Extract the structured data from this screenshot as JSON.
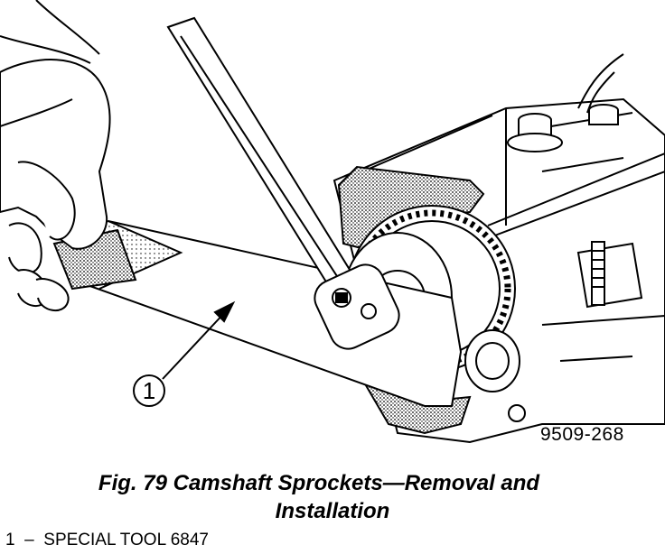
{
  "figure": {
    "callout_number": "1",
    "figure_id": "9509-268",
    "caption_line1": "Fig. 79 Camshaft Sprockets—Removal and",
    "caption_line2": "Installation",
    "legend": [
      {
        "number": "1",
        "separator": "–",
        "text": "SPECIAL TOOL 6847"
      }
    ]
  }
}
